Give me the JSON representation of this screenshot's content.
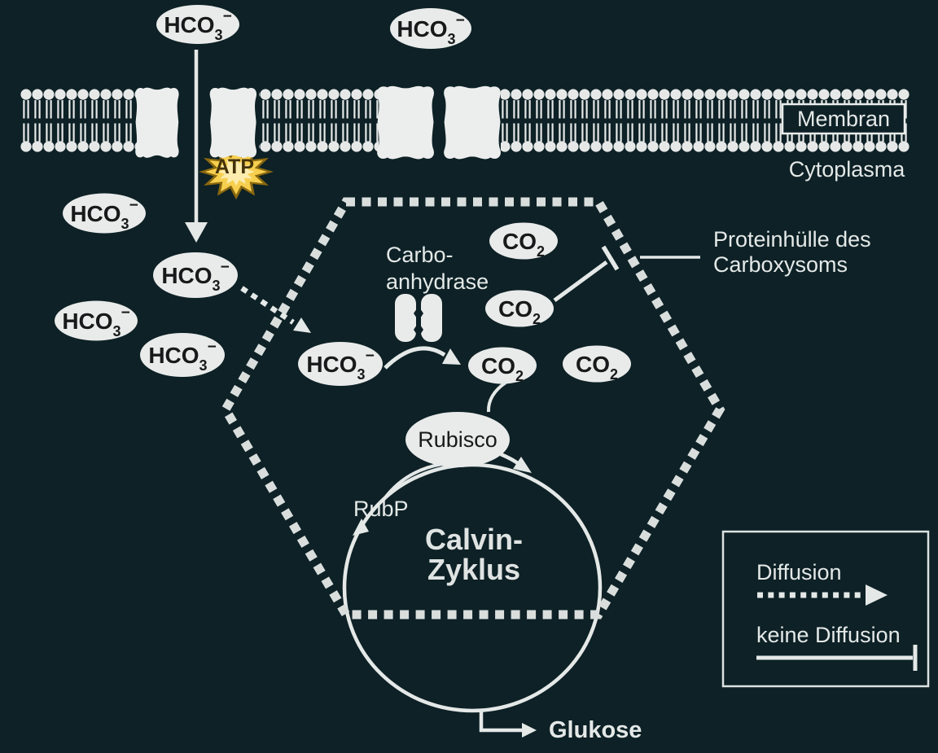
{
  "colors": {
    "background": "#0d2126",
    "foreground_light": "#e8eae9",
    "dark_text": "#17191a",
    "atp_fill": "#f7cf4f",
    "atp_highlight": "#fcecae",
    "atp_outline": "#8a680f",
    "atp_text": "#433209"
  },
  "membrane": {
    "label": "Membran",
    "region_below_label": "Cytoplasma"
  },
  "molecules": {
    "hco3": {
      "base": "HCO",
      "sub": "3",
      "sup": "−"
    },
    "co2": {
      "base": "CO",
      "sub": "2"
    },
    "atp": "ATP",
    "rubp": "RubP",
    "glukose": "Glukose"
  },
  "carboxysome": {
    "shell_label_line1": "Proteinhülle des",
    "shell_label_line2": "Carboxysoms"
  },
  "enzymes": {
    "carbonic_anhydrase_line1": "Carbo-",
    "carbonic_anhydrase_line2": "anhydrase",
    "rubisco": "Rubisco"
  },
  "calvin_cycle": {
    "line1": "Calvin-",
    "line2": "Zyklus"
  },
  "legend": {
    "diffusion_label": "Diffusion",
    "no_diffusion_label": "keine Diffusion"
  }
}
